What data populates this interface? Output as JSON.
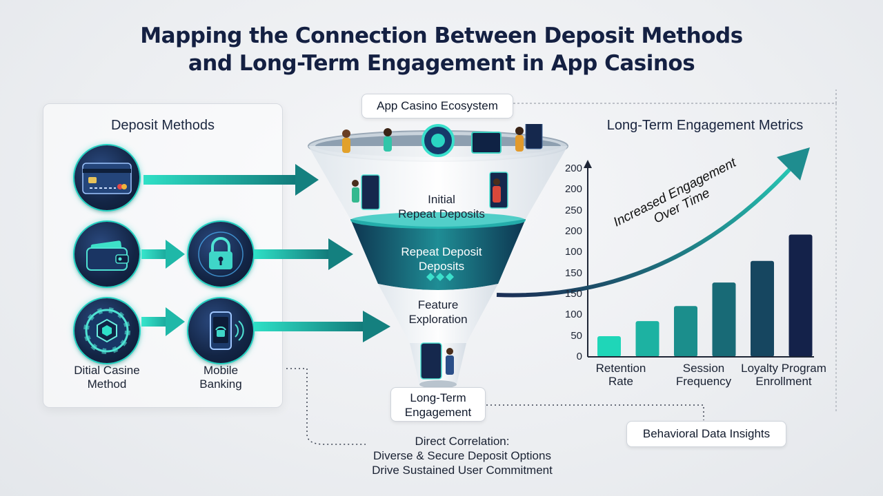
{
  "title_line1": "Mapping the Connection Between Deposit Methods",
  "title_line2": "and Long-Term Engagement in App Casinos",
  "deposit_panel": {
    "title": "Deposit Methods",
    "methods": [
      {
        "icon": "credit-card-icon"
      },
      {
        "icon": "wallet-icon"
      },
      {
        "icon": "padlock-icon"
      },
      {
        "icon": "casino-chip-icon",
        "label_line1": "Ditial Casine",
        "label_line2": "Method"
      },
      {
        "icon": "mobile-phone-icon",
        "label_line1": "Mobile",
        "label_line2": "Banking"
      }
    ]
  },
  "funnel": {
    "ecosystem_label": "App Casino Ecosystem",
    "stage1_line1": "Initial",
    "stage1_line2": "Repeat Deposits",
    "stage2_line1": "Repeat Deposit",
    "stage2_line2": "Deposits",
    "stage3_line1": "Feature",
    "stage3_line2": "Exploration",
    "output_line1": "Long-Term",
    "output_line2": "Engagement"
  },
  "note": {
    "line1": "Direct Correlation:",
    "line2": "Diverse & Secure Deposit Options",
    "line3": "Drive Sustained User Commitment"
  },
  "insights_label": "Behavioral Data Insights",
  "chart_data": {
    "type": "bar",
    "title": "Long-Term Engagement Metrics",
    "y_tick_labels": [
      "0",
      "50",
      "100",
      "150",
      "150",
      "100",
      "200",
      "250",
      "200",
      "200"
    ],
    "ylim": [
      0,
      200
    ],
    "values": [
      22,
      38,
      54,
      79,
      102,
      130
    ],
    "category_labels": [
      {
        "line1": "Retention",
        "line2": "Rate"
      },
      {
        "line1": "Session",
        "line2": "Frequency"
      },
      {
        "line1": "Loyalty Program",
        "line2": "Enrollment"
      }
    ],
    "trend_annotation_line1": "Increased Engagement",
    "trend_annotation_line2": "Over Time",
    "bar_color_start": "#1fd6b8",
    "bar_color_end": "#14224a"
  },
  "colors": {
    "accent": "#1fd1c0",
    "navy": "#142042"
  }
}
